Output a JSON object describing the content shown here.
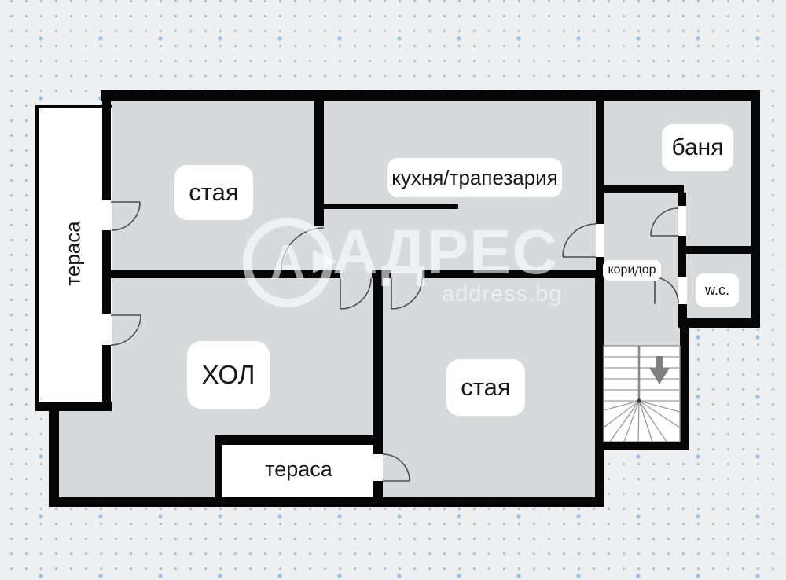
{
  "rooms": {
    "terrace_left": {
      "label": "тераса"
    },
    "room_top": {
      "label": "стая"
    },
    "kitchen": {
      "label": "кухня/трапезария"
    },
    "bath": {
      "label": "баня"
    },
    "corridor": {
      "label": "коридор"
    },
    "wc": {
      "label": "w.c."
    },
    "hall": {
      "label": "ХОЛ"
    },
    "room_bottom": {
      "label": "стая"
    },
    "terrace_bottom": {
      "label": "тераса"
    }
  },
  "stairs": {
    "direction": "down"
  },
  "watermark": {
    "logo_letter": "А",
    "brand": "АДРЕС",
    "domain": "address.bg"
  },
  "colors": {
    "background": "#edeff1",
    "dot_small": "#9aa8bc",
    "dot_large": "#97bae0",
    "floor": "#d8d9db",
    "wall": "#060606",
    "label_bg": "#ffffff",
    "label_text": "#161616",
    "door_line": "#4d4d4d",
    "stair_line": "#999999",
    "arrow": "#7e7e7e",
    "watermark": "#ffffff"
  }
}
